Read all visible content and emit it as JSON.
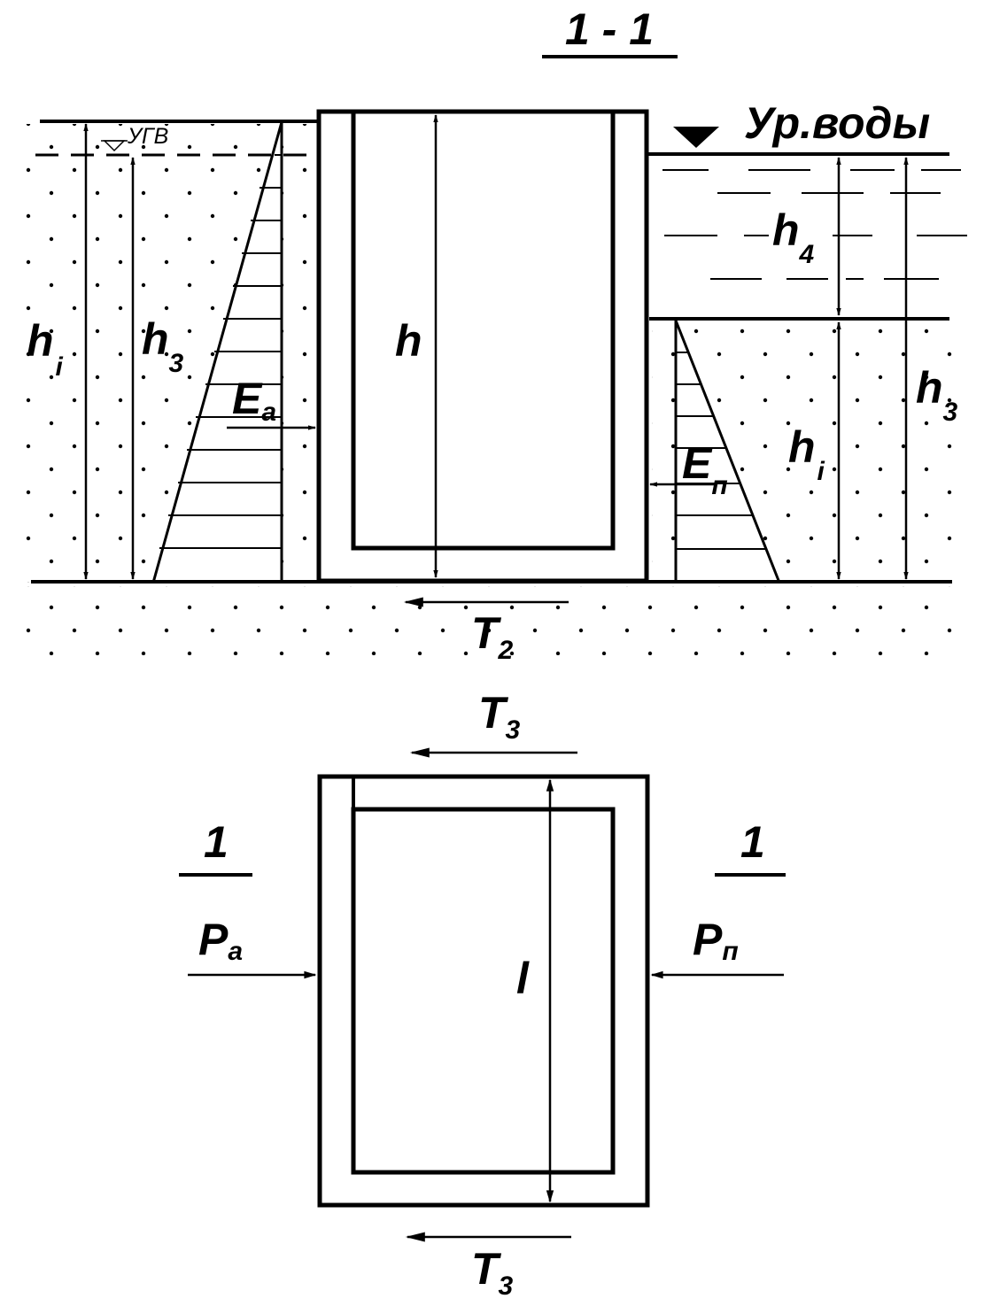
{
  "section": {
    "label": "1 - 1"
  },
  "water": {
    "level_label": "Ур.воды",
    "groundwater_label": "УГВ"
  },
  "dims": {
    "hi_left": {
      "main": "h",
      "sub": "i"
    },
    "h3_left": {
      "main": "h",
      "sub": "3"
    },
    "h_center": {
      "main": "h"
    },
    "h4_right": {
      "main": "h",
      "sub": "4"
    },
    "h3_right": {
      "main": "h",
      "sub": "3"
    },
    "hi_right": {
      "main": "h",
      "sub": "i"
    },
    "l_plan": {
      "main": "l"
    }
  },
  "forces": {
    "Ea": {
      "main": "E",
      "sub": "a"
    },
    "En": {
      "main": "E",
      "sub": "п"
    },
    "T2": {
      "main": "T",
      "sub": "2"
    },
    "T3_top": {
      "main": "T",
      "sub": "3"
    },
    "T3_bottom": {
      "main": "T",
      "sub": "3"
    },
    "Pa": {
      "main": "P",
      "sub": "a"
    },
    "Pn": {
      "main": "P",
      "sub": "п"
    }
  },
  "section_marks": {
    "left": "1",
    "right": "1"
  },
  "colors": {
    "ink": "#000000",
    "paper": "#ffffff"
  }
}
